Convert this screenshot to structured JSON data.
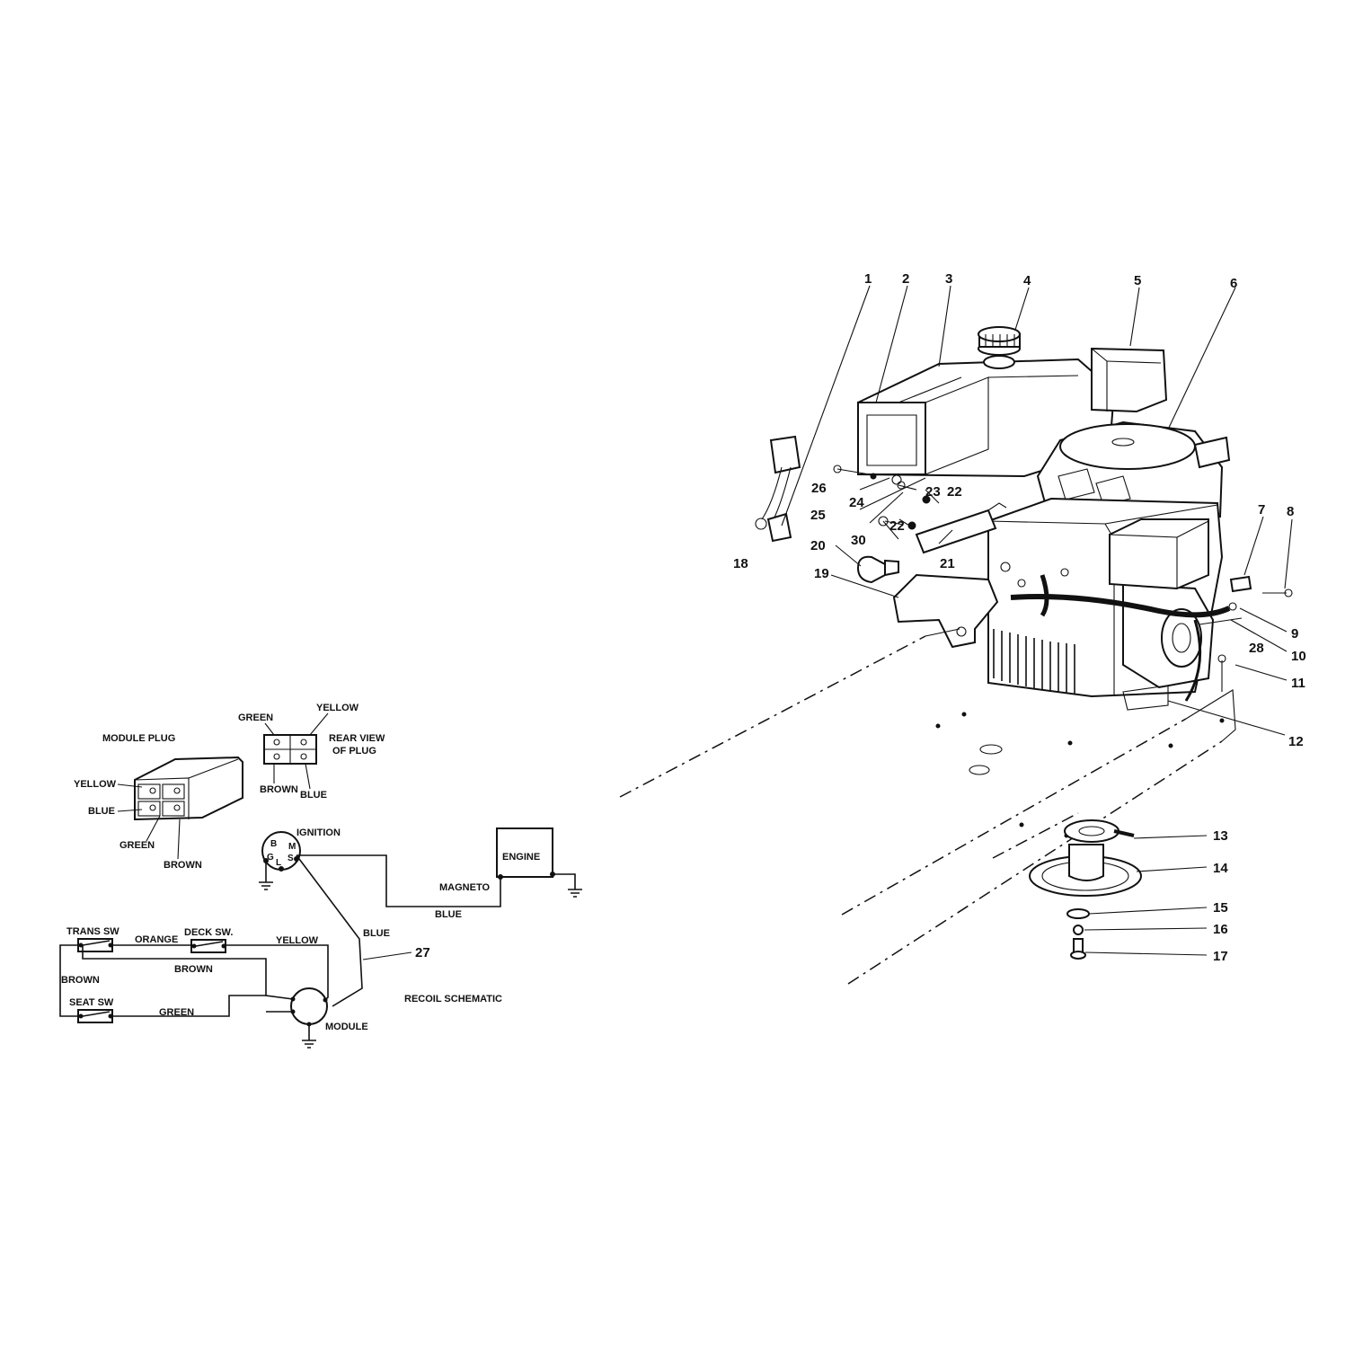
{
  "callouts": [
    "1",
    "2",
    "3",
    "4",
    "5",
    "6",
    "7",
    "8",
    "9",
    "10",
    "11",
    "12",
    "13",
    "14",
    "15",
    "16",
    "17",
    "18",
    "19",
    "20",
    "21",
    "22",
    "22",
    "23",
    "24",
    "25",
    "26",
    "27",
    "28",
    "30"
  ],
  "module_plug": {
    "title": "MODULE PLUG",
    "yellow": "YELLOW",
    "blue": "BLUE",
    "green": "GREEN",
    "brown": "BROWN"
  },
  "rear_plug": {
    "title_line1": "REAR VIEW",
    "title_line2": "OF PLUG",
    "green": "GREEN",
    "yellow": "YELLOW",
    "brown": "BROWN",
    "blue": "BLUE"
  },
  "schematic": {
    "ignition": "IGNITION",
    "terminal_b": "B",
    "terminal_g": "G",
    "terminal_l": "L",
    "terminal_m": "M",
    "terminal_s": "S",
    "engine": "ENGINE",
    "magneto": "MAGNETO",
    "blue_bottom": "BLUE",
    "blue_vertical": "BLUE",
    "trans_sw": "TRANS SW",
    "deck_sw": "DECK SW.",
    "seat_sw": "SEAT SW",
    "orange": "ORANGE",
    "yellow": "YELLOW",
    "brown_upper": "BROWN",
    "brown_left": "BROWN",
    "green": "GREEN",
    "module": "MODULE",
    "callout_27": "27",
    "title": "RECOIL SCHEMATIC"
  }
}
